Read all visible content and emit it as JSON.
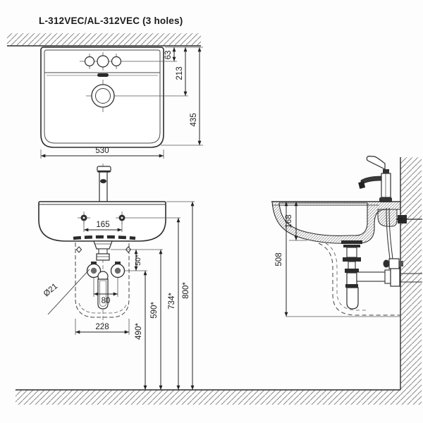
{
  "title": "L-312VEC/AL-312VEC (3 holes)",
  "colors": {
    "line": "#2d2d2d",
    "thin": "#555555",
    "hatch": "#8a8a8a",
    "background": "#ffffff"
  },
  "views": {
    "plan": {
      "label": "basin-top-view",
      "dims": {
        "basin_width": "530",
        "basin_depth": "435",
        "faucet_hole_offset": "63",
        "drain_center_offset": "213"
      }
    },
    "front": {
      "label": "installation-front-view",
      "dims": {
        "mount_hole_spacing": "165",
        "trap_connection_spacing": "80",
        "pedestal_width": "228",
        "supply_pipe_diameter": "Ø21",
        "supply_drop": "50*",
        "supply_height": "490*",
        "trap_outlet_height": "590*",
        "mount_hole_height": "734*",
        "rim_height": "800*"
      }
    },
    "side": {
      "label": "installation-side-view",
      "dims": {
        "bowl_depth": "168",
        "drain_outlet_height": "508"
      }
    }
  }
}
